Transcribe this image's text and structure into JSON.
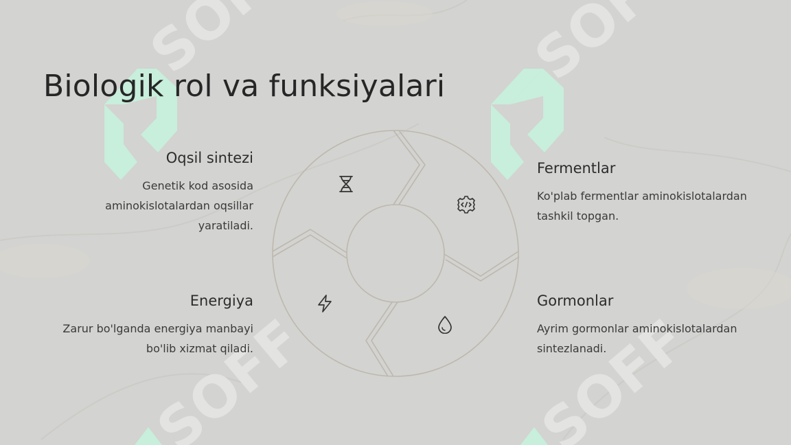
{
  "slide": {
    "title": "Biologik rol va funksiyalari"
  },
  "functions": [
    {
      "heading": "Oqsil sintezi",
      "description": "Genetik kod asosida aminokislotalardan oqsillar yaratiladi.",
      "icon": "dna-hourglass-icon"
    },
    {
      "heading": "Fermentlar",
      "description": "Ko'plab fermentlar aminokislotalardan tashkil topgan.",
      "icon": "gear-code-icon"
    },
    {
      "heading": "Energiya",
      "description": "Zarur bo'lganda energiya manbayi bo'lib xizmat qiladi.",
      "icon": "lightning-icon"
    },
    {
      "heading": "Gormonlar",
      "description": "Ayrim gormonlar aminokislotalardan sintezlanadi.",
      "icon": "droplet-icon"
    }
  ],
  "colors": {
    "background": "#d3d3d1",
    "diagram_stroke": "#bdb8ac",
    "watermark_green": "#c8eedc",
    "watermark_text": "#e3e3e1"
  }
}
